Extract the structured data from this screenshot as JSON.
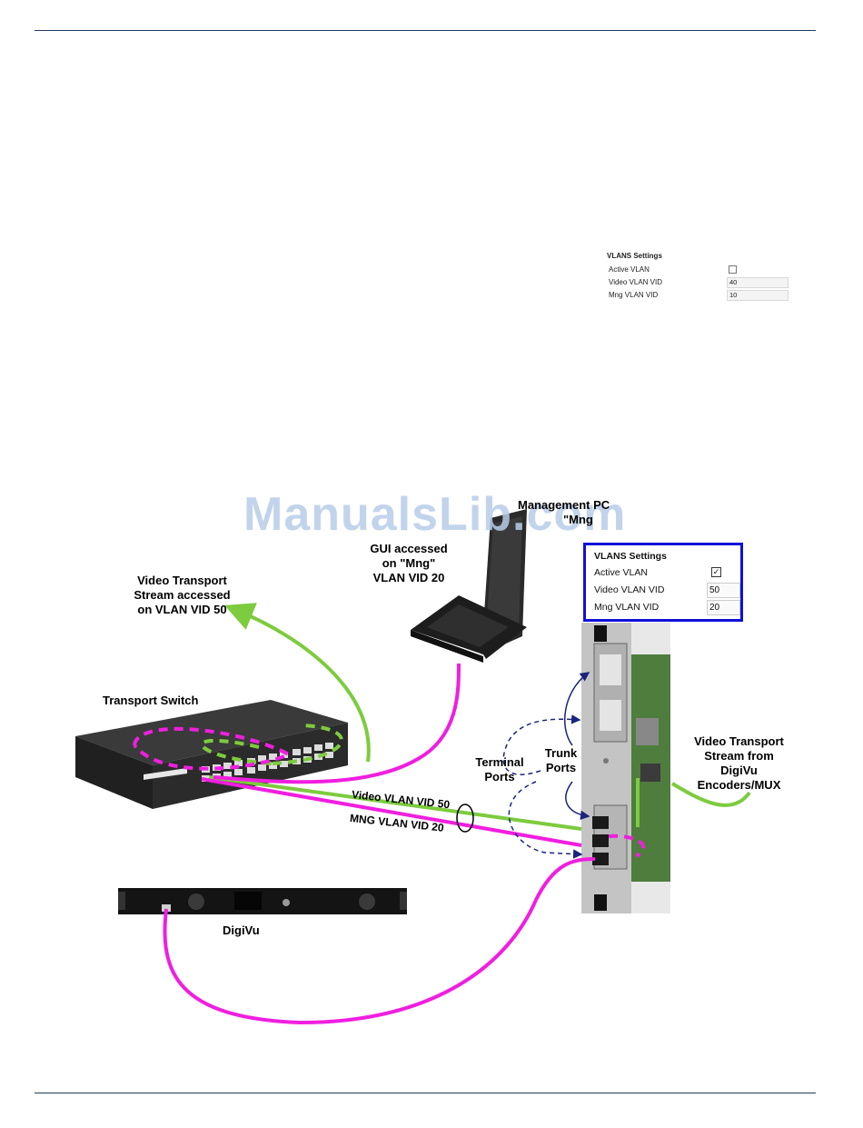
{
  "small_panel": {
    "title": "VLANS Settings",
    "rows": [
      {
        "label": "Active VLAN",
        "type": "checkbox",
        "checked": false
      },
      {
        "label": "Video VLAN VID",
        "type": "field",
        "value": "40"
      },
      {
        "label": "Mng VLAN VID",
        "type": "field",
        "value": "10"
      }
    ]
  },
  "big_panel": {
    "title": "VLANS Settings",
    "rows": [
      {
        "label": "Active VLAN",
        "type": "checkbox",
        "checked": true
      },
      {
        "label": "Video VLAN VID",
        "type": "field",
        "value": "50"
      },
      {
        "label": "Mng VLAN VID",
        "type": "field",
        "value": "20"
      }
    ]
  },
  "diagram": {
    "watermark": "ManualsLib.com",
    "labels": {
      "management_pc_1": "Management PC",
      "management_pc_2": "\"Mng",
      "gui_1": "GUI accessed",
      "gui_2": "on \"Mng\"",
      "gui_3": "VLAN VID 20",
      "video_stream_1": "Video Transport",
      "video_stream_2": "Stream accessed",
      "video_stream_3": "on VLAN VID 50",
      "transport_switch": "Transport Switch",
      "terminal_ports_1": "Terminal",
      "terminal_ports_2": "Ports",
      "trunk_ports_1": "Trunk",
      "trunk_ports_2": "Ports",
      "video_vlan": "Video VLAN VID 50",
      "mng_vlan": "MNG VLAN VID 20",
      "digivu": "DigiVu",
      "encoder_1": "Video Transport",
      "encoder_2": "Stream from",
      "encoder_3": "DigiVu",
      "encoder_4": "Encoders/MUX"
    },
    "colors": {
      "green_link": "#7dcb3e",
      "magenta_link": "#f01ee0",
      "navy_link": "#1a237e",
      "panel_border": "#1010d8"
    }
  }
}
